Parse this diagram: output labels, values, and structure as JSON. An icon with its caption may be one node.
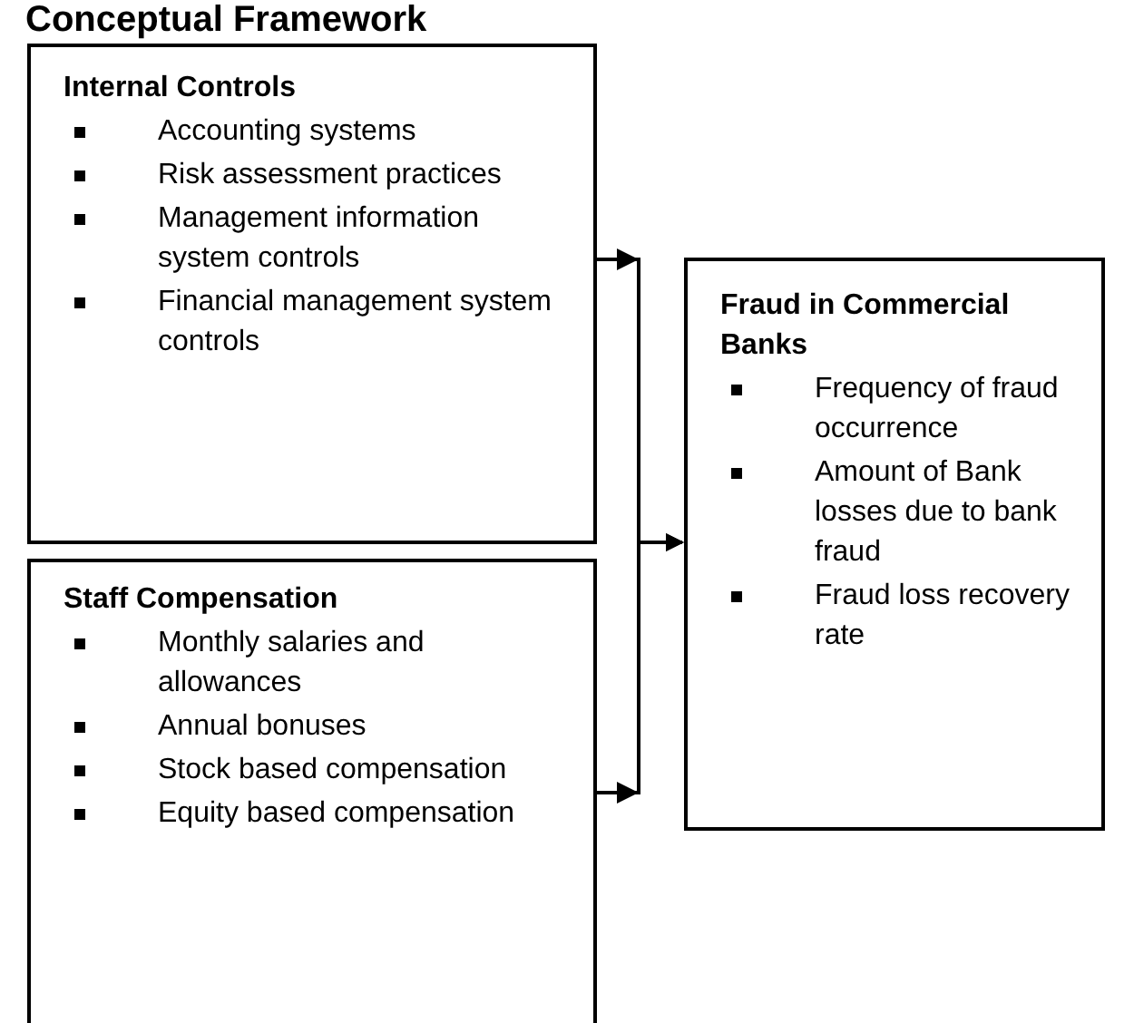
{
  "diagram": {
    "title": "Conceptual Framework",
    "nodes": [
      {
        "text": [
          "Internal Controls",
          "Accounting systems",
          "Risk assessment practices",
          "Management information system controls",
          "Financial management system controls"
        ]
      },
      {
        "text": [
          "Staff Compensation",
          "Monthly salaries and allowances",
          "Annual bonuses",
          "Stock based compensation",
          "Equity based compensation"
        ]
      },
      {
        "text": [
          "Fraud in Commercial Banks",
          "Frequency of fraud occurrence",
          "Amount of Bank losses due to bank fraud",
          "Fraud loss recovery rate"
        ]
      }
    ],
    "edges": [
      {
        "from": 0,
        "to": 2,
        "arrow": "to"
      },
      {
        "from": 1,
        "to": 2,
        "arrow": "to"
      }
    ]
  }
}
